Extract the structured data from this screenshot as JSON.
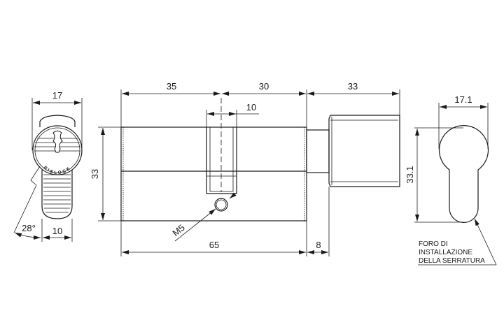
{
  "drawing": {
    "side_view": {
      "width_label": "17",
      "lever_width_label": "10",
      "angle_label": "28°",
      "brand_letters": "RISLOCK"
    },
    "front_view": {
      "dims_top": [
        "35",
        "30",
        "33"
      ],
      "slot_width_label": "10",
      "height_label": "33",
      "screw_label": "M5",
      "body_length_label": "65",
      "gap_label": "8"
    },
    "hole_view": {
      "width_label": "17.1",
      "height_label": "33.1",
      "note_lines": [
        "FORO DI",
        "INSTALLAZIONE",
        "DELLA SERRATURA"
      ]
    }
  }
}
